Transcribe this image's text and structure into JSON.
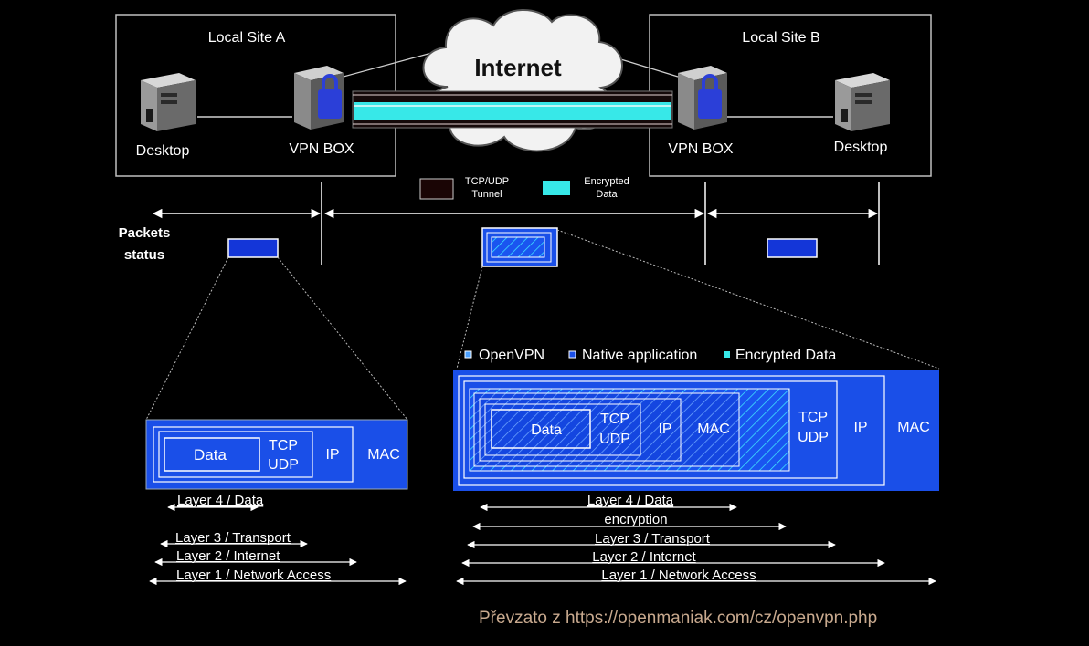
{
  "sites": {
    "a": {
      "title": "Local Site A",
      "desktop": "Desktop",
      "vpn": "VPN BOX"
    },
    "b": {
      "title": "Local Site B",
      "desktop": "Desktop",
      "vpn": "VPN BOX"
    }
  },
  "cloud_label": "Internet",
  "tunnel_legend": {
    "tunnel_line1": "TCP/UDP",
    "tunnel_line2": "Tunnel",
    "encrypted_line1": "Encrypted",
    "encrypted_line2": "Data"
  },
  "packets_status": {
    "line1": "Packets",
    "line2": "status"
  },
  "left_packet": {
    "data": "Data",
    "tcp": "TCP",
    "udp": "UDP",
    "ip": "IP",
    "mac": "MAC"
  },
  "right_packet": {
    "legend": {
      "openvpn": "OpenVPN",
      "native": "Native application",
      "encrypted": "Encrypted Data"
    },
    "data": "Data",
    "tcp_inner": "TCP",
    "udp_inner": "UDP",
    "ip_inner": "IP",
    "mac_inner": "MAC",
    "tcp_outer": "TCP",
    "udp_outer": "UDP",
    "ip_outer": "IP",
    "mac_outer": "MAC"
  },
  "layers_left": [
    "Layer 4 / Data",
    "Layer 3 / Transport",
    "Layer 2 / Internet",
    "Layer 1 / Network Access"
  ],
  "layers_right": [
    "Layer 4 / Data",
    "encryption",
    "Layer 3 / Transport",
    "Layer 2 / Internet",
    "Layer 1 / Network Access"
  ],
  "credit": "Převzato z https://openmaniak.com/cz/openvpn.php",
  "colors": {
    "blue": "#1a4fe8",
    "cyan": "#2ee8e0",
    "navy": "#0b1fb0"
  }
}
